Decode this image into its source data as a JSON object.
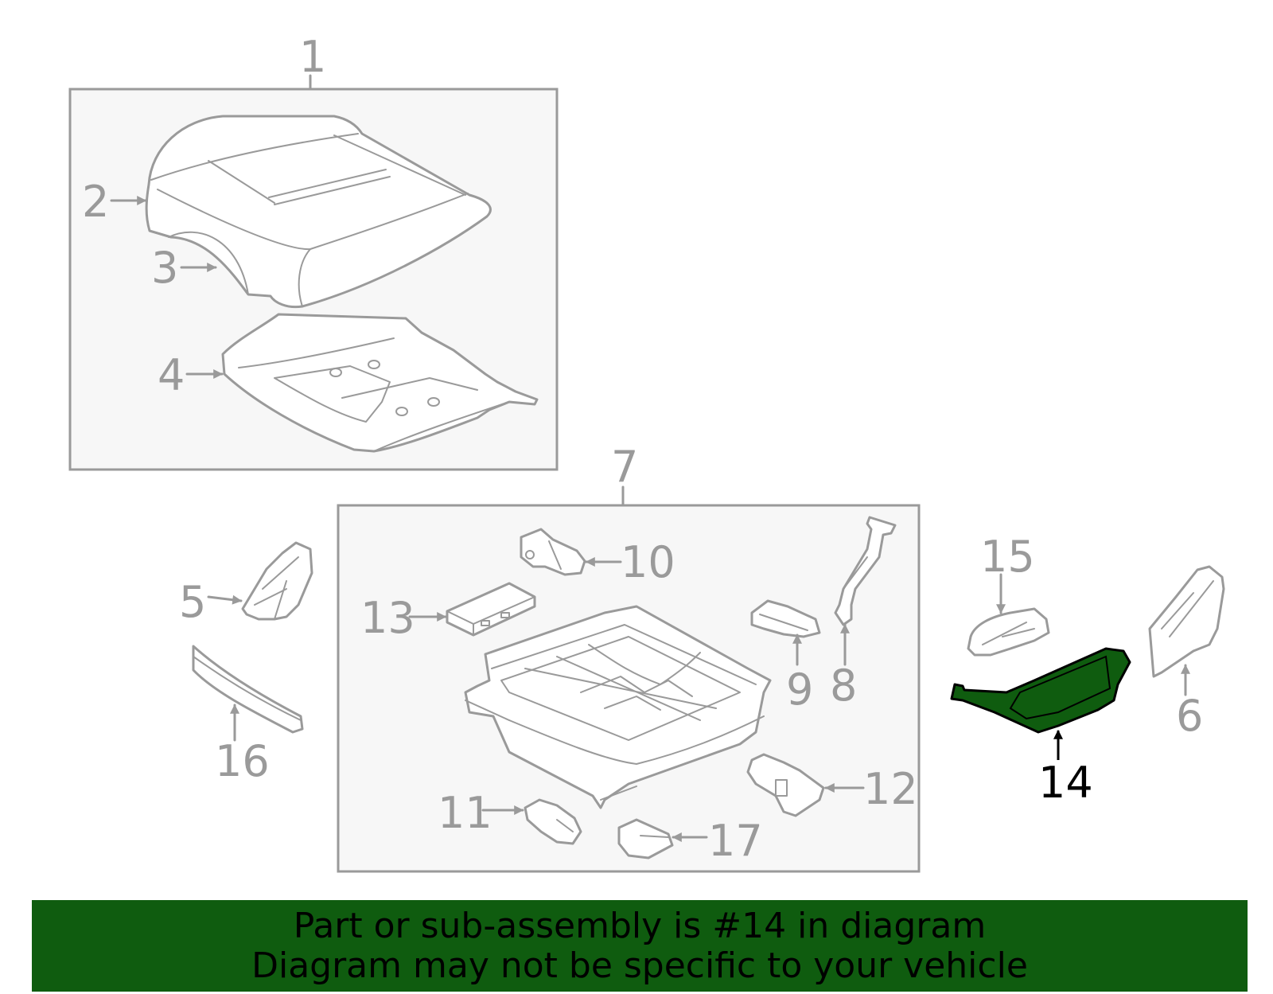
{
  "callouts": {
    "c1": "1",
    "c2": "2",
    "c3": "3",
    "c4": "4",
    "c5": "5",
    "c6": "6",
    "c7": "7",
    "c8": "8",
    "c9": "9",
    "c10": "10",
    "c11": "11",
    "c12": "12",
    "c13": "13",
    "c14": "14",
    "c15": "15",
    "c16": "16",
    "c17": "17"
  },
  "highlight": {
    "part": "14",
    "color": "#0f5c0f"
  },
  "colors": {
    "line": "#9a9a9a",
    "box_fill": "#f7f7f7",
    "banner": "#0f5c0f"
  },
  "banner": {
    "line1": "Part or sub-assembly is #14 in diagram",
    "line2": "Diagram may not be specific to your vehicle"
  }
}
